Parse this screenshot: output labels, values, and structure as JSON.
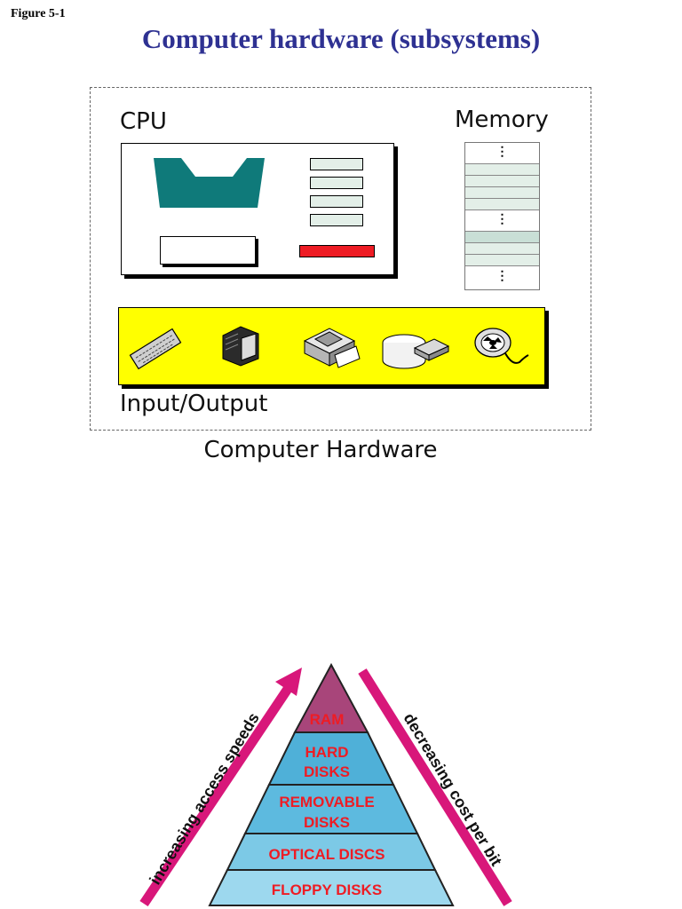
{
  "figure_label": "Figure 5-1",
  "title": "Computer hardware (subsystems)",
  "hardware_diagram": {
    "cpu_label": "CPU",
    "memory_label": "Memory",
    "io_label": "Input/Output",
    "caption": "Computer Hardware",
    "memory_ellipsis": "⋮",
    "io_devices": [
      "keyboard-icon",
      "monitor-icon",
      "printer-icon",
      "disk-drive-icon",
      "tape-reel-icon"
    ],
    "colors": {
      "alu": "#0f7a7a",
      "register_fill": "#e3efe8",
      "highlight_register": "#ee1c24",
      "io_panel": "#ffff00",
      "title": "#2e3192"
    }
  },
  "memory_hierarchy": {
    "levels": [
      "RAM",
      "HARD\nDISKS",
      "REMOVABLE\nDISKS",
      "OPTICAL DISCS",
      "FLOPPY DISKS"
    ],
    "left_arrow_label": "increasing access speeds",
    "right_arrow_label": "decreasing cost per bit",
    "colors": {
      "apex": "#a8457a",
      "tier": "#4fb0d8",
      "arrow": "#d8177a",
      "label": "#ee1c24"
    }
  }
}
